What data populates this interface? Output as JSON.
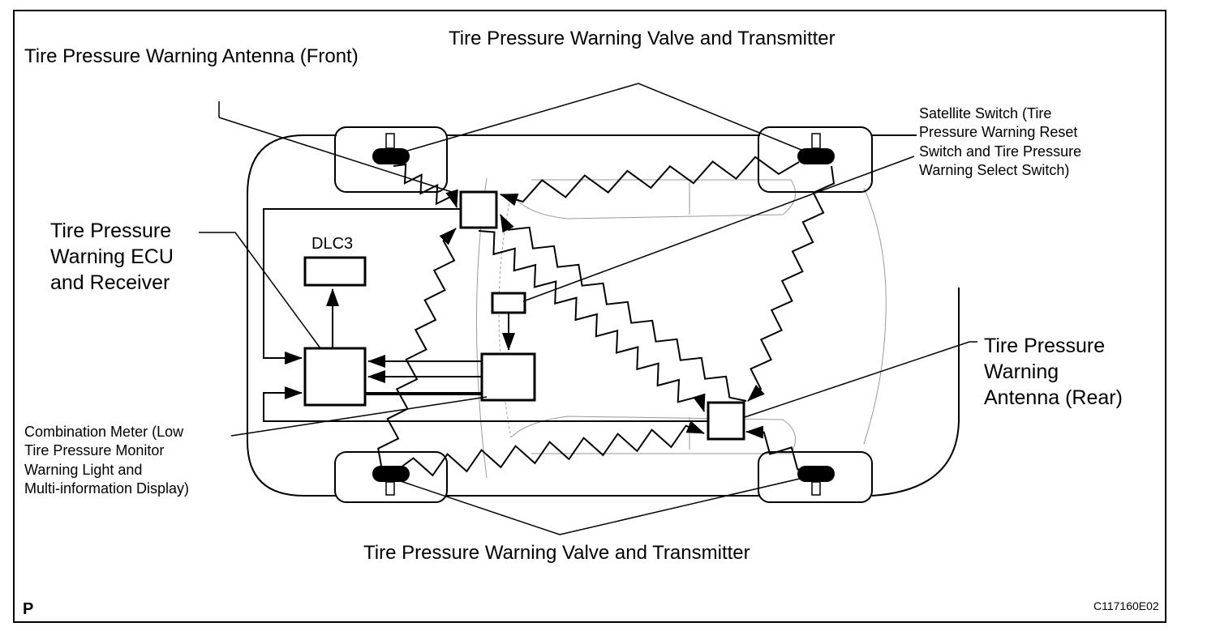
{
  "labels": {
    "valve_top": "Tire Pressure Warning Valve and Transmitter",
    "antenna_front": "Tire Pressure Warning Antenna (Front)",
    "satellite_switch": [
      "Satellite Switch (Tire",
      "Pressure Warning Reset",
      "Switch and Tire Pressure",
      "Warning Select Switch)"
    ],
    "ecu": [
      "Tire Pressure",
      "Warning ECU",
      "and Receiver"
    ],
    "dlc3": "DLC3",
    "antenna_rear": [
      "Tire Pressure",
      "Warning",
      "Antenna (Rear)"
    ],
    "combination_meter": [
      "Combination Meter (Low",
      "Tire Pressure Monitor",
      "Warning Light and",
      "Multi-information Display)"
    ],
    "valve_bottom": "Tire Pressure Warning Valve and Transmitter",
    "corner_mark": "P",
    "figure_code": "C117160E02"
  },
  "colors": {
    "ink": "#000000",
    "paper": "#ffffff",
    "faint": "#9a9a9a"
  }
}
